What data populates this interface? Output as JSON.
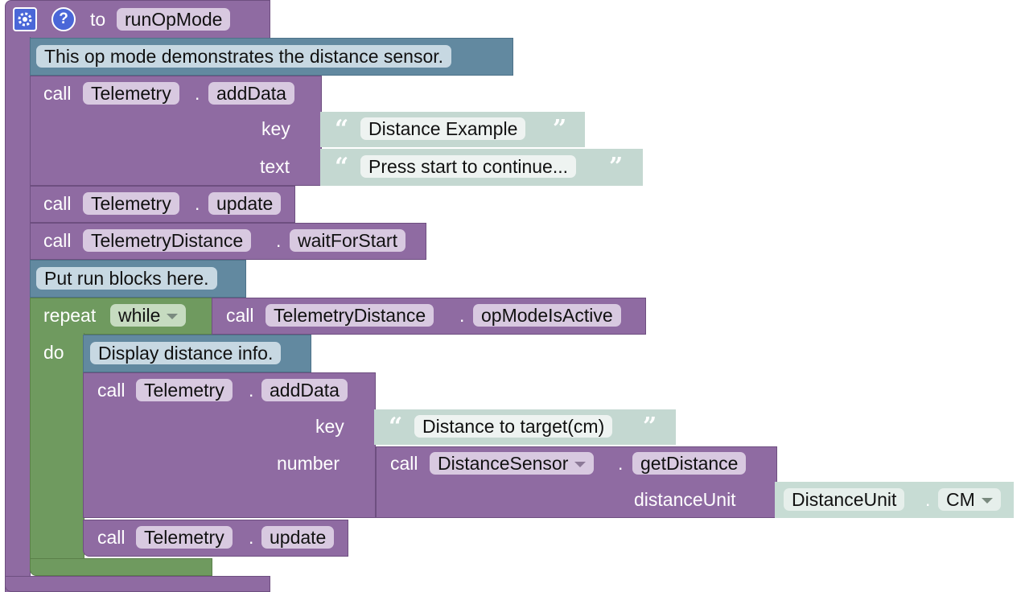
{
  "function": {
    "keyword": "to",
    "name": "runOpMode"
  },
  "comments": {
    "c1": "This op mode demonstrates the distance sensor.",
    "c2": "Put run blocks here.",
    "c3": "Display distance info."
  },
  "blocks": {
    "call_label": "call",
    "dot": ".",
    "add1": {
      "obj": "Telemetry",
      "method": "addData",
      "key_label": "key",
      "text_label": "text",
      "key": "Distance Example",
      "text": "Press start to continue..."
    },
    "upd1": {
      "obj": "Telemetry",
      "method": "update"
    },
    "wait": {
      "obj": "TelemetryDistance",
      "method": "waitForStart"
    },
    "loop": {
      "repeat_label": "repeat",
      "mode": "while",
      "do_label": "do",
      "cond_obj": "TelemetryDistance",
      "cond_method": "opModeIsActive"
    },
    "add2": {
      "obj": "Telemetry",
      "method": "addData",
      "key_label": "key",
      "number_label": "number",
      "key": "Distance to target(cm)"
    },
    "sensor": {
      "obj": "DistanceSensor",
      "method": "getDistance",
      "param_label": "distanceUnit"
    },
    "unit": {
      "obj": "DistanceUnit",
      "value": "CM"
    },
    "upd2": {
      "obj": "Telemetry",
      "method": "update"
    }
  },
  "icons": {
    "gear": "gear-icon",
    "help": "help-icon",
    "open_quote": "“",
    "close_quote": "”",
    "help_glyph": "?"
  },
  "colors": {
    "procedure": "#8f6ba2",
    "loop": "#6f9a5f",
    "comment": "#6289a0",
    "string": "#c4d8d1",
    "icon": "#4a67d8"
  }
}
